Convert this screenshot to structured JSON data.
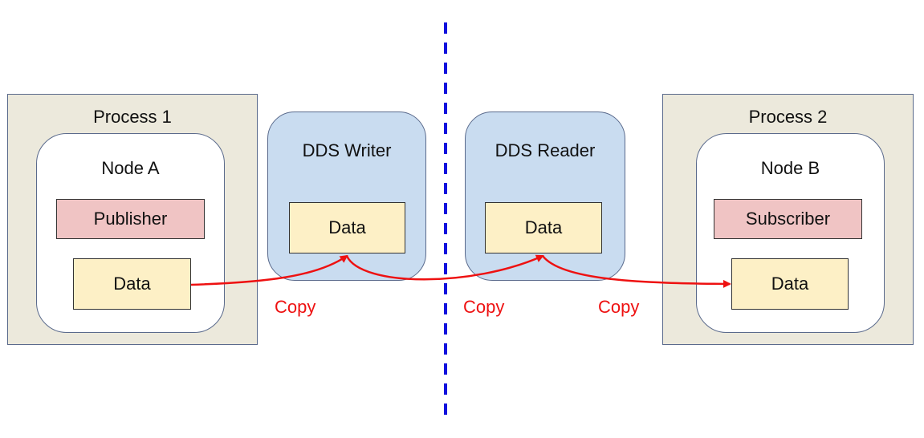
{
  "process1": {
    "title": "Process 1",
    "node": {
      "title": "Node A",
      "role": "Publisher",
      "data": "Data"
    }
  },
  "dds_writer": {
    "title": "DDS Writer",
    "data": "Data"
  },
  "dds_reader": {
    "title": "DDS Reader",
    "data": "Data"
  },
  "process2": {
    "title": "Process 2",
    "node": {
      "title": "Node B",
      "role": "Subscriber",
      "data": "Data"
    }
  },
  "copy_labels": [
    "Copy",
    "Copy",
    "Copy"
  ],
  "colors": {
    "process_bg": "#ece9dc",
    "dds_bg": "#c9dcf0",
    "role_bg": "#f0c4c4",
    "data_bg": "#fdf0c6",
    "arrow": "#ee1111",
    "divider": "#1111dd"
  }
}
